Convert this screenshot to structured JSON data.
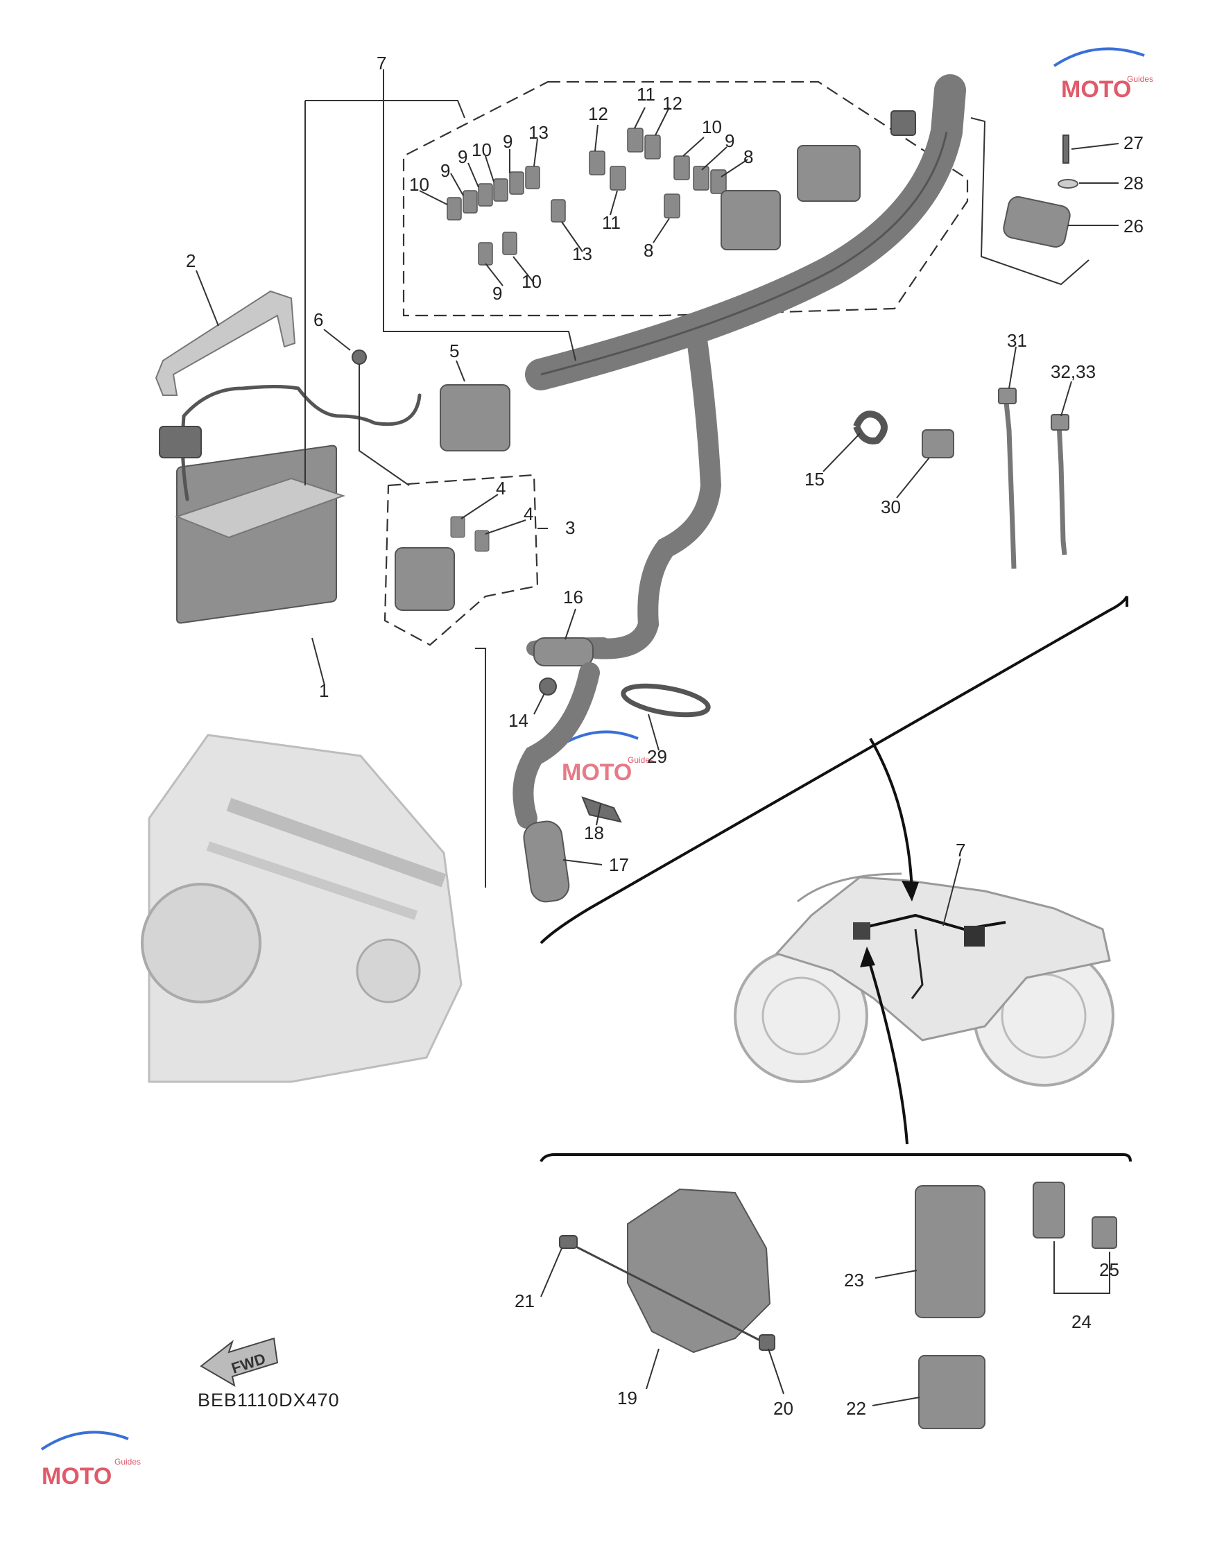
{
  "diagram_code": "BEB1110DX470",
  "fwd_label": "FWD",
  "watermark": {
    "brand": "MOTO",
    "tagline": "Guides",
    "color_primary": "#e05a6a",
    "color_secondary": "#3a6fd8"
  },
  "callouts": {
    "c1": "1",
    "c2": "2",
    "c3": "3",
    "c4a": "4",
    "c4b": "4",
    "c5": "5",
    "c6": "6",
    "c7_top": "7",
    "c7_bike": "7",
    "c8a": "8",
    "c8b": "8",
    "c9a": "9",
    "c9b": "9",
    "c9c": "9",
    "c9d": "9",
    "c9e": "9",
    "c10a": "10",
    "c10b": "10",
    "c10c": "10",
    "c10d": "10",
    "c11a": "11",
    "c11b": "11",
    "c12a": "12",
    "c12b": "12",
    "c13a": "13",
    "c13b": "13",
    "c14": "14",
    "c15": "15",
    "c16": "16",
    "c17": "17",
    "c18": "18",
    "c19": "19",
    "c20": "20",
    "c21": "21",
    "c22": "22",
    "c23": "23",
    "c24": "24",
    "c25": "25",
    "c26": "26",
    "c27": "27",
    "c28": "28",
    "c29": "29",
    "c30": "30",
    "c31": "31",
    "c32_33": "32,33"
  },
  "colors": {
    "part_fill": "#8f8f8f",
    "part_light": "#c9c9c9",
    "line": "#333333"
  }
}
